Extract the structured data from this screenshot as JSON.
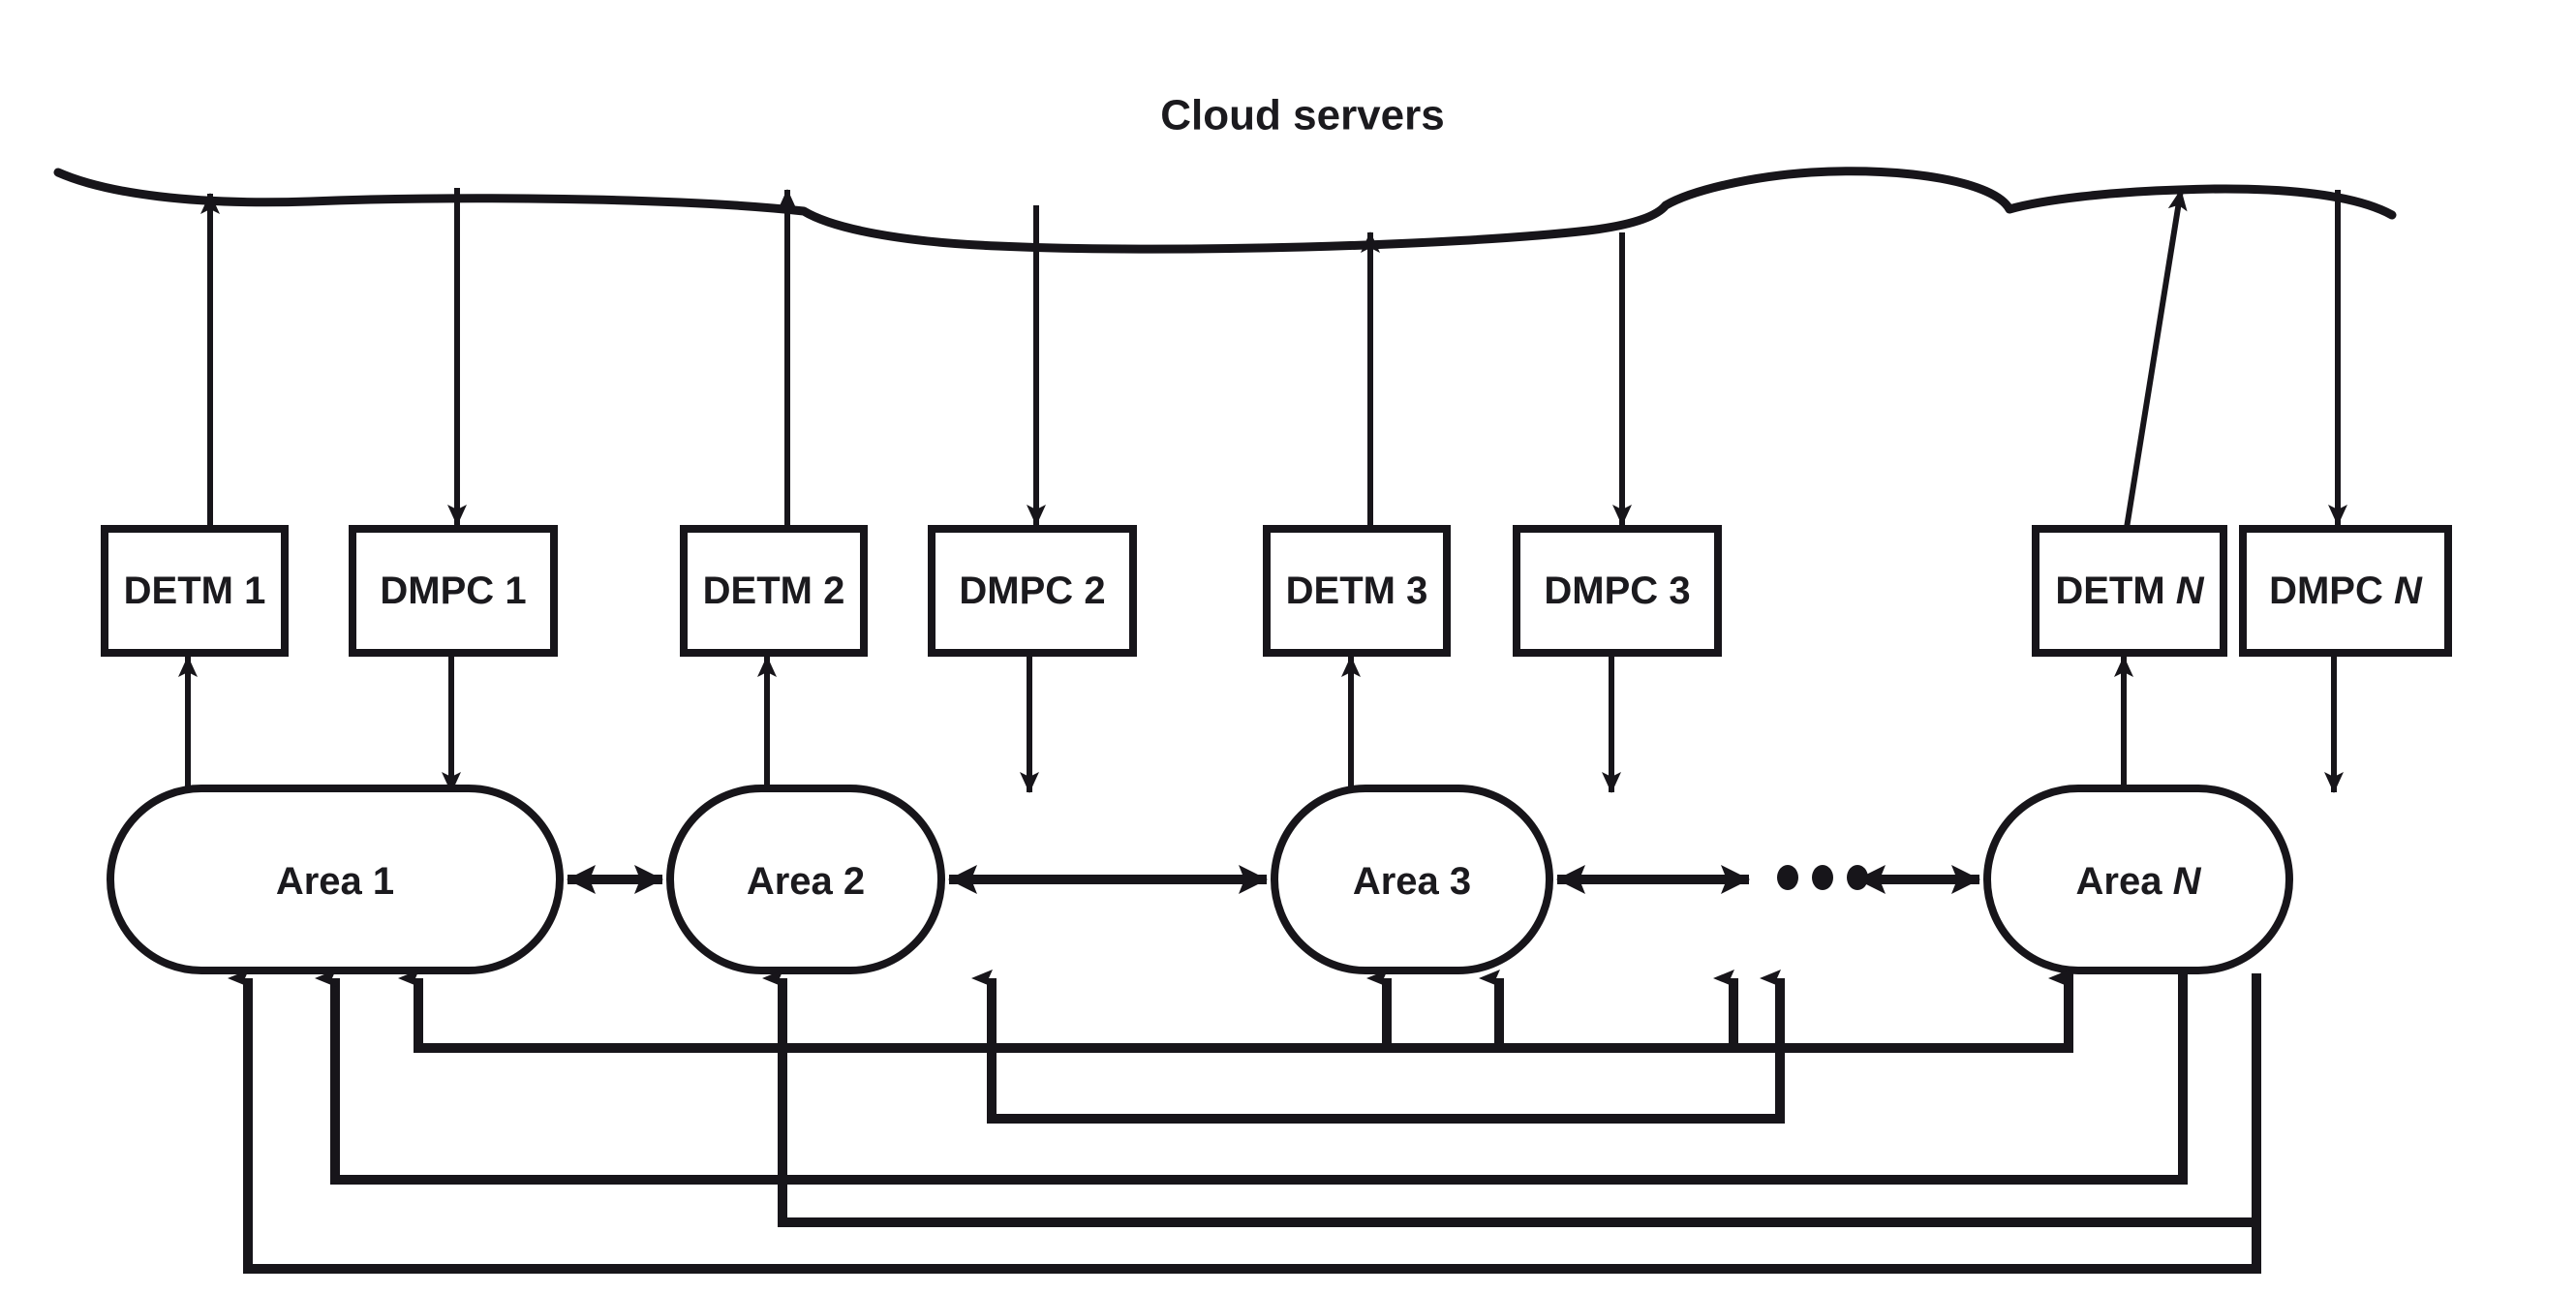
{
  "figure": {
    "kind": "block-diagram",
    "background_color": "#ffffff",
    "line_color": "#17151a"
  },
  "cloud": {
    "label": "Cloud servers"
  },
  "columns": [
    {
      "index": 1,
      "detm_label": "DETM 1",
      "dmpc_label": "DMPC 1",
      "area_label": "Area 1"
    },
    {
      "index": 2,
      "detm_label": "DETM 2",
      "dmpc_label": "DMPC 2",
      "area_label": "Area 2"
    },
    {
      "index": 3,
      "detm_label": "DETM 3",
      "dmpc_label": "DMPC 3",
      "area_label": "Area 3"
    },
    {
      "index": 4,
      "detm_label": "DETM N",
      "dmpc_label": "DMPC N",
      "area_label": "Area N"
    }
  ],
  "detm": [
    {
      "label_prefix": "DETM",
      "label_suffix": "1",
      "suffix_italic": false
    },
    {
      "label_prefix": "DETM",
      "label_suffix": "2",
      "suffix_italic": false
    },
    {
      "label_prefix": "DETM",
      "label_suffix": "3",
      "suffix_italic": false
    },
    {
      "label_prefix": "DETM",
      "label_suffix": "N",
      "suffix_italic": true
    }
  ],
  "dmpc": [
    {
      "label_prefix": "DMPC",
      "label_suffix": "1",
      "suffix_italic": false
    },
    {
      "label_prefix": "DMPC",
      "label_suffix": "2",
      "suffix_italic": false
    },
    {
      "label_prefix": "DMPC",
      "label_suffix": "3",
      "suffix_italic": false
    },
    {
      "label_prefix": "DMPC",
      "label_suffix": "N",
      "suffix_italic": true
    }
  ],
  "areas": [
    {
      "label_prefix": "Area",
      "label_suffix": "1",
      "suffix_italic": false
    },
    {
      "label_prefix": "Area",
      "label_suffix": "2",
      "suffix_italic": false
    },
    {
      "label_prefix": "Area",
      "label_suffix": "3",
      "suffix_italic": false
    },
    {
      "label_prefix": "Area",
      "label_suffix": "N",
      "suffix_italic": true
    }
  ],
  "ellipsis": {
    "symbol": "•••",
    "count": 3,
    "between": [
      "Area 3",
      "Area N"
    ]
  },
  "connections": {
    "detm_to_cloud": "up",
    "cloud_to_dmpc": "down",
    "area_to_detm": "up",
    "dmpc_to_area": "down",
    "area_to_area": "bidirectional",
    "area_feedback": "up"
  }
}
